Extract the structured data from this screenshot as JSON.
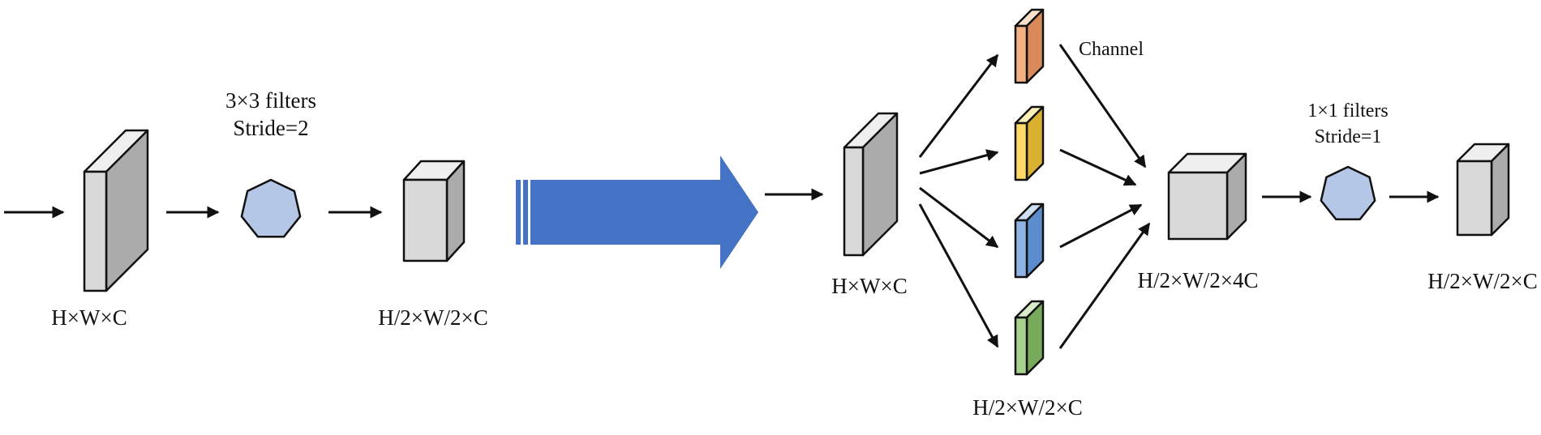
{
  "labels": {
    "left_input": "H×W×C",
    "left_filter_line1": "3×3 filters",
    "left_filter_line2": "Stride=2",
    "left_output": "H/2×W/2×C",
    "right_input": "H×W×C",
    "channel": "Channel",
    "slices": "H/2×W/2×C",
    "concat": "H/2×W/2×4C",
    "right_filter_line1": "1×1 filters",
    "right_filter_line2": "Stride=1",
    "right_output": "H/2×W/2×C"
  },
  "colors": {
    "gray_front": "#d9d9d9",
    "gray_side": "#ababab",
    "gray_top": "#efefef",
    "heptagon_fill": "#b4c7e7",
    "big_arrow": "#4472c4",
    "slice_orange": "#f4b183",
    "slice_yellow": "#ffd966",
    "slice_blue": "#8fb4e3",
    "slice_green": "#a9d18e"
  }
}
